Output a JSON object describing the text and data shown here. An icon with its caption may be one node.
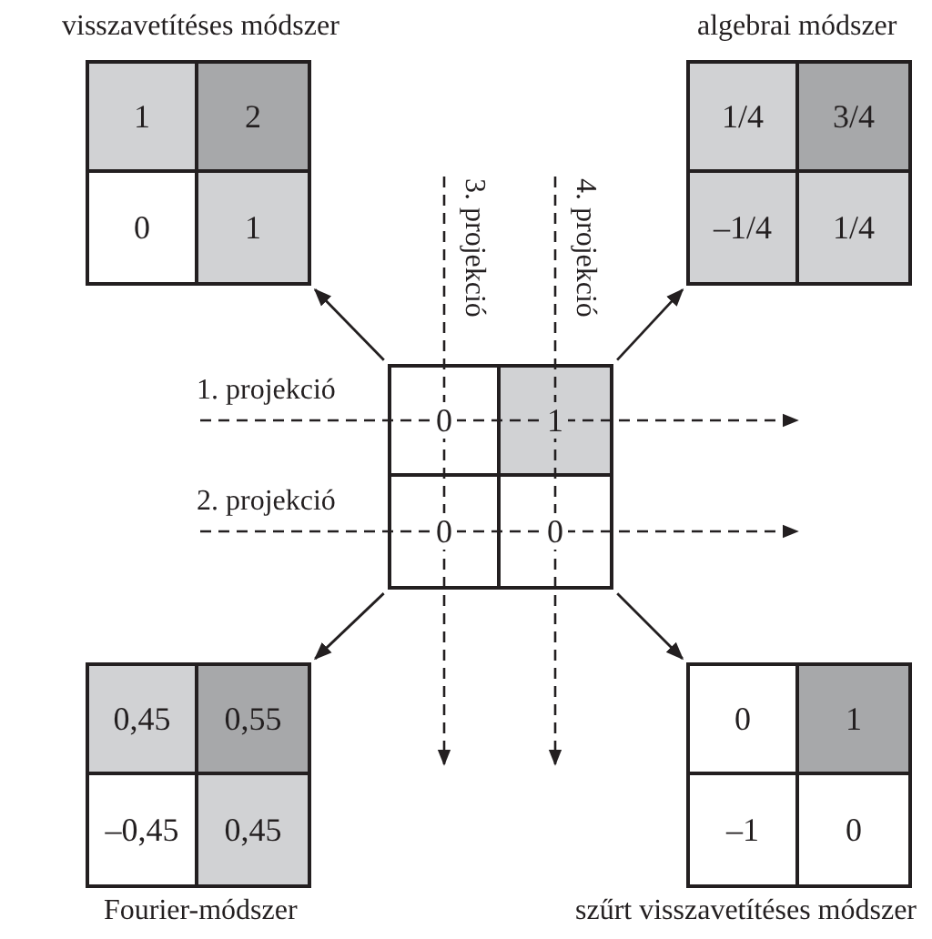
{
  "diagram": {
    "nodes": [
      {
        "text": [
          "visszavetítéses módszer"
        ]
      },
      {
        "text": [
          "1"
        ],
        "in": 0
      },
      {
        "text": [
          "2"
        ],
        "in": 0
      },
      {
        "text": [
          "0"
        ],
        "in": 0
      },
      {
        "text": [
          "1"
        ],
        "in": 0
      },
      {
        "text": [
          "algebrai módszer"
        ]
      },
      {
        "text": [
          "1/4"
        ],
        "in": 5
      },
      {
        "text": [
          "3/4"
        ],
        "in": 5
      },
      {
        "text": [
          "–1/4"
        ],
        "in": 5
      },
      {
        "text": [
          "1/4"
        ],
        "in": 5
      },
      {
        "text": [],
        "shape": "box"
      },
      {
        "text": [
          "0"
        ],
        "in": 10
      },
      {
        "text": [
          "1"
        ],
        "in": 10
      },
      {
        "text": [
          "0"
        ],
        "in": 10
      },
      {
        "text": [
          "0"
        ],
        "in": 10
      },
      {
        "text": [
          "Fourier-módszer"
        ]
      },
      {
        "text": [
          "0,45"
        ],
        "in": 15
      },
      {
        "text": [
          "0,55"
        ],
        "in": 15
      },
      {
        "text": [
          "–0,45"
        ],
        "in": 15
      },
      {
        "text": [
          "0,45"
        ],
        "in": 15
      },
      {
        "text": [
          "szűrt visszavetítéses módszer"
        ]
      },
      {
        "text": [
          "0"
        ],
        "in": 20
      },
      {
        "text": [
          "1"
        ],
        "in": 20
      },
      {
        "text": [
          "–1"
        ],
        "in": 20
      },
      {
        "text": [
          "0"
        ],
        "in": 20
      }
    ],
    "edges": [
      {
        "from": 10,
        "to": 0,
        "arrow": "to"
      },
      {
        "from": 10,
        "to": 5,
        "arrow": "to"
      },
      {
        "from": 10,
        "to": 15,
        "arrow": "to"
      },
      {
        "from": 10,
        "to": 20,
        "arrow": "to"
      }
    ],
    "labels": [
      "3. projekció",
      "4. projekció",
      "1. projekció",
      "2. projekció"
    ]
  }
}
